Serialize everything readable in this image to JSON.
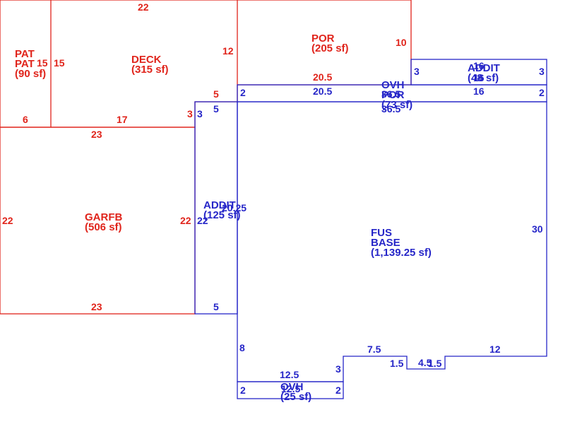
{
  "colors": {
    "primary": "#e0241b",
    "secondary": "#2626c8",
    "background": "#ffffff"
  },
  "areas": [
    {
      "id": "pat",
      "name_lines": [
        "PAT",
        "PAT"
      ],
      "area": "(90 sf)",
      "color": "red"
    },
    {
      "id": "deck",
      "name_lines": [
        "DECK"
      ],
      "area": "(315 sf)",
      "color": "red"
    },
    {
      "id": "por_top",
      "name_lines": [
        "POR"
      ],
      "area": "(205 sf)",
      "color": "red"
    },
    {
      "id": "garfb",
      "name_lines": [
        "GARFB"
      ],
      "area": "(506 sf)",
      "color": "red"
    },
    {
      "id": "addit_right",
      "name_lines": [
        "ADDIT"
      ],
      "area": "(48 sf)",
      "color": "blue"
    },
    {
      "id": "ovh_por",
      "name_lines": [
        "OVH",
        "POR"
      ],
      "area": "(73 sf)",
      "color": "blue"
    },
    {
      "id": "addit_left",
      "name_lines": [
        "ADDIT"
      ],
      "area": "(125 sf)",
      "color": "blue"
    },
    {
      "id": "fus_base",
      "name_lines": [
        "FUS",
        "BASE"
      ],
      "area": "(1,139.25 sf)",
      "color": "blue"
    },
    {
      "id": "ovh_bottom",
      "name_lines": [
        "OVH"
      ],
      "area": "(25 sf)",
      "color": "blue"
    }
  ],
  "dimensions": [
    {
      "id": "pat-top-left",
      "text": "15",
      "color": "red"
    },
    {
      "id": "pat-right",
      "text": "15",
      "color": "red"
    },
    {
      "id": "pat-bottom",
      "text": "6",
      "color": "red"
    },
    {
      "id": "deck-top",
      "text": "22",
      "color": "red"
    },
    {
      "id": "deck-right",
      "text": "12",
      "color": "red"
    },
    {
      "id": "deck-bottom",
      "text": "17",
      "color": "red"
    },
    {
      "id": "deck-step-vertical",
      "text": "3",
      "color": "red"
    },
    {
      "id": "deck-step-horizontal",
      "text": "5",
      "color": "red"
    },
    {
      "id": "por-right",
      "text": "10",
      "color": "red"
    },
    {
      "id": "por-bottom",
      "text": "20.5",
      "color": "red"
    },
    {
      "id": "garfb-top",
      "text": "23",
      "color": "red"
    },
    {
      "id": "garfb-left",
      "text": "22",
      "color": "red"
    },
    {
      "id": "garfb-right",
      "text": "22",
      "color": "red"
    },
    {
      "id": "garfb-bottom",
      "text": "23",
      "color": "red"
    },
    {
      "id": "ovh-left",
      "text": "2",
      "color": "blue"
    },
    {
      "id": "ovh-top",
      "text": "20.5",
      "color": "blue"
    },
    {
      "id": "ovh-length-a",
      "text": "36.5",
      "color": "blue"
    },
    {
      "id": "ovh-length-b",
      "text": "36.5",
      "color": "blue"
    },
    {
      "id": "ovh-right-top",
      "text": "16",
      "color": "blue"
    },
    {
      "id": "ovh-right",
      "text": "2",
      "color": "blue"
    },
    {
      "id": "addit-r-top",
      "text": "16",
      "color": "blue"
    },
    {
      "id": "addit-r-bottom",
      "text": "16",
      "color": "blue"
    },
    {
      "id": "addit-r-left",
      "text": "3",
      "color": "blue"
    },
    {
      "id": "addit-r-right",
      "text": "3",
      "color": "blue"
    },
    {
      "id": "addit-l-top",
      "text": "5",
      "color": "blue"
    },
    {
      "id": "addit-l-step",
      "text": "3",
      "color": "blue"
    },
    {
      "id": "addit-l-left",
      "text": "22",
      "color": "blue"
    },
    {
      "id": "addit-l-right",
      "text": "20.25",
      "color": "blue"
    },
    {
      "id": "addit-l-bottom",
      "text": "5",
      "color": "blue"
    },
    {
      "id": "fus-right",
      "text": "30",
      "color": "blue"
    },
    {
      "id": "fus-left-lower",
      "text": "8",
      "color": "blue"
    },
    {
      "id": "fus-bottom-step",
      "text": "7.5",
      "color": "blue"
    },
    {
      "id": "fus-notch-left",
      "text": "1.5",
      "color": "blue"
    },
    {
      "id": "fus-notch-bottom",
      "text": "4.5",
      "color": "blue"
    },
    {
      "id": "fus-notch-right",
      "text": "1.5",
      "color": "blue"
    },
    {
      "id": "fus-bottom-right",
      "text": "12",
      "color": "blue"
    },
    {
      "id": "fus-step-vertical",
      "text": "3",
      "color": "blue"
    },
    {
      "id": "ovh-b-top",
      "text": "12.5",
      "color": "blue"
    },
    {
      "id": "ovh-b-bottom",
      "text": "12.5",
      "color": "blue"
    },
    {
      "id": "ovh-b-left",
      "text": "2",
      "color": "blue"
    },
    {
      "id": "ovh-b-right",
      "text": "2",
      "color": "blue"
    }
  ]
}
